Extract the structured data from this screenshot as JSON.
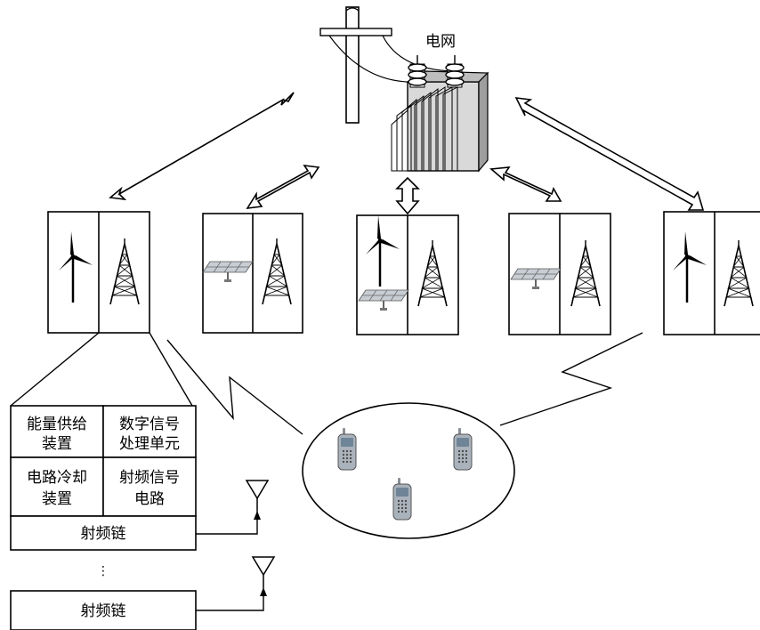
{
  "grid_label": "电网",
  "components": {
    "energy_supply": "能量供给装置",
    "energy_supply_line1": "能量供给",
    "energy_supply_line2": "装置",
    "dsp_line1": "数字信号",
    "dsp_line2": "处理单元",
    "cooling_line1": "电路冷却",
    "cooling_line2": "装置",
    "rf_circuit_line1": "射频信号",
    "rf_circuit_line2": "电路"
  },
  "rf_chain_label": "射频链",
  "rf_chain_label_2": "射频链",
  "ellipsis": "⋮",
  "base_stations": [
    {
      "id": "bs1",
      "energy": [
        "wind"
      ]
    },
    {
      "id": "bs2",
      "energy": [
        "solar"
      ]
    },
    {
      "id": "bs3",
      "energy": [
        "wind",
        "solar"
      ]
    },
    {
      "id": "bs4",
      "energy": [
        "solar"
      ]
    },
    {
      "id": "bs5",
      "energy": [
        "wind"
      ]
    }
  ],
  "mobile_users": 3
}
